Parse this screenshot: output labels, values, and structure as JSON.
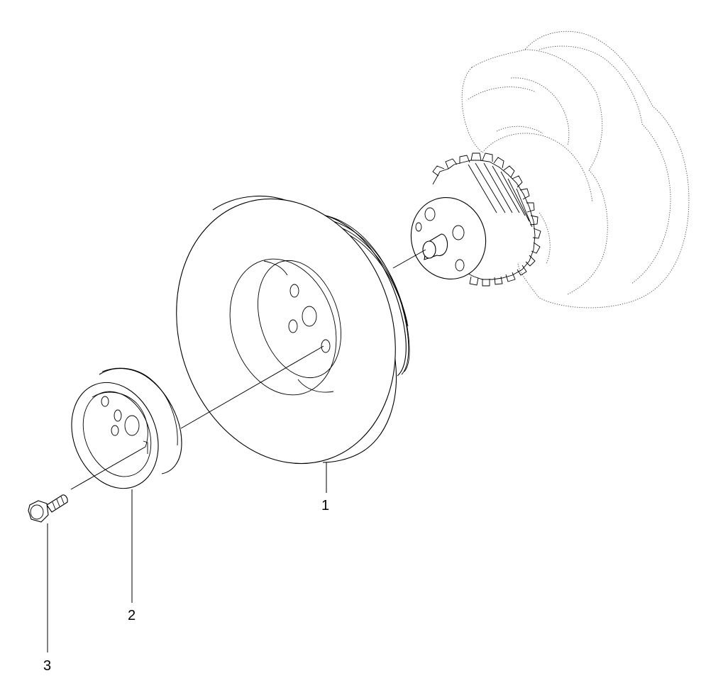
{
  "callouts": {
    "damper_pulley": "1",
    "hub": "2",
    "bolt": "3"
  }
}
